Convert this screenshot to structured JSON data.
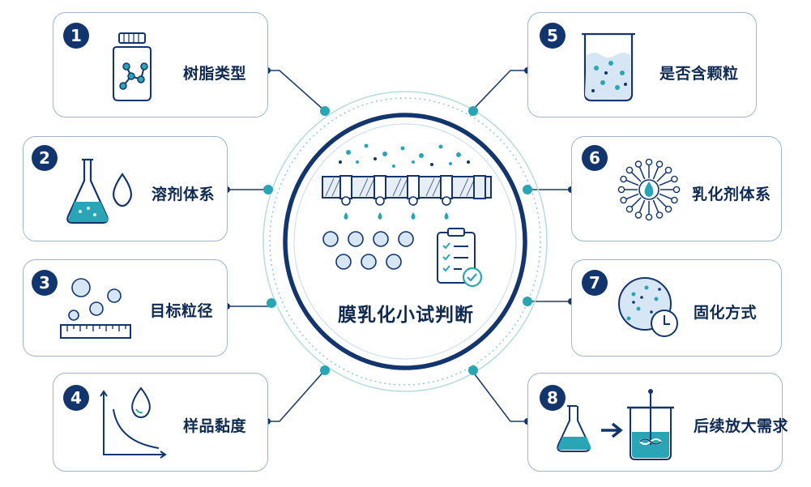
{
  "center": {
    "title": "膜乳化小试判断"
  },
  "factors": [
    {
      "num": "1",
      "label": "树脂类型",
      "icon": "resin-bottle-molecule-icon"
    },
    {
      "num": "2",
      "label": "溶剂体系",
      "icon": "flask-droplet-icon"
    },
    {
      "num": "3",
      "label": "目标粒径",
      "icon": "particles-ruler-icon"
    },
    {
      "num": "4",
      "label": "样品黏度",
      "icon": "viscosity-curve-icon"
    },
    {
      "num": "5",
      "label": "是否含颗粒",
      "icon": "beaker-particles-icon"
    },
    {
      "num": "6",
      "label": "乳化剂体系",
      "icon": "surfactant-micelle-icon"
    },
    {
      "num": "7",
      "label": "固化方式",
      "icon": "microsphere-clock-icon"
    },
    {
      "num": "8",
      "label": "后续放大需求",
      "icon": "flask-to-reactor-icon"
    }
  ],
  "colors": {
    "navy": "#12356e",
    "teal": "#2aa5b5",
    "border": "#9fb5cf",
    "light_blue": "#d6e6f4"
  }
}
